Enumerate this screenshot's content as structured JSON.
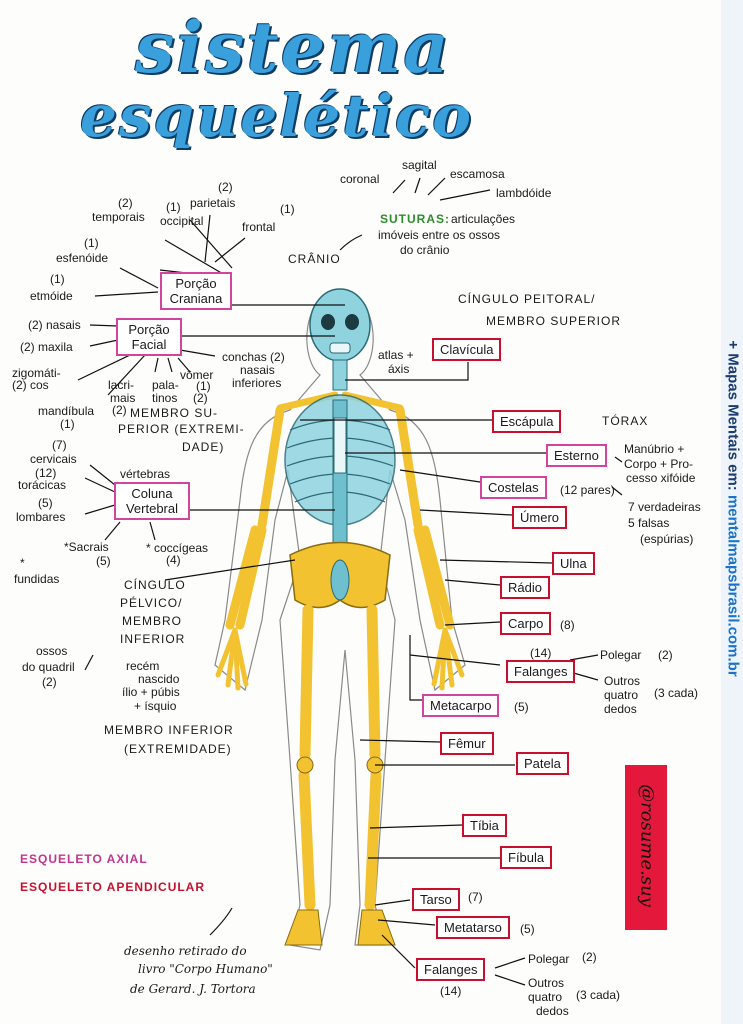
{
  "title": {
    "line1": "sistema",
    "line2": "esquelético"
  },
  "sidebar": {
    "prefix": "+ Mapas Mentais em: ",
    "url": "mentalmapsbrasil.com.br"
  },
  "sutures": {
    "coronal": "coronal",
    "sagital": "sagital",
    "escamosa": "escamosa",
    "lambdoide": "lambdóide",
    "heading": "SUTURAS:",
    "desc1": "articulações",
    "desc2": "imóveis entre os ossos",
    "desc3": "do crânio",
    "cranio": "CRÂNIO"
  },
  "cranial": {
    "box1": "Porção",
    "box2": "Craniana",
    "temporais_n": "(2)",
    "temporais": "temporais",
    "occipital_n": "(1)",
    "occipital": "occipital",
    "parietais_n": "(2)",
    "parietais": "parietais",
    "frontal_n": "(1)",
    "frontal": "frontal",
    "esfenoide_n": "(1)",
    "esfenoide": "esfenóide",
    "etmoide_n": "(1)",
    "etmoide": "etmóide"
  },
  "facial": {
    "box1": "Porção",
    "box2": "Facial",
    "nasais": "(2) nasais",
    "maxila": "(2) maxila",
    "zigo1": "zigomáti-",
    "zigo2": "(2) cos",
    "lacri1": "lacri-",
    "lacri2": "mais",
    "lacri_n": "(2)",
    "pala1": "pala-",
    "pala2": "tinos",
    "pala_n": "(2)",
    "vomer": "vômer",
    "vomer_n": "(1)",
    "conchas1": "conchas (2)",
    "conchas2": "nasais",
    "conchas3": "inferiores",
    "mandibula": "mandíbula",
    "mandibula_n": "(1)"
  },
  "upper_limb_title": {
    "l1": "MEMBRO SU-",
    "l2": "PERIOR (EXTREMI-",
    "l3": "DADE)"
  },
  "spine": {
    "header": "vértebras",
    "box1": "Coluna",
    "box2": "Vertebral",
    "cervicais_n": "(7)",
    "cervicais": "cervicais",
    "toracicas_n": "(12)",
    "toracicas": "torácicas",
    "lombares_n": "(5)",
    "lombares": "lombares",
    "sacrais": "*Sacrais",
    "sacrais_n": "(5)",
    "coccigeas": "* coccígeas",
    "coccigeas_n": "(4)",
    "fundidas_star": "*",
    "fundidas": "fundidas"
  },
  "pelvic": {
    "l1": "CÍNGULO",
    "l2": "PÉLVICO/",
    "l3": "MEMBRO",
    "l4": "INFERIOR",
    "quadril1": "ossos",
    "quadril2": "do quadril",
    "quadril_n": "(2)",
    "recem1": "recém",
    "recem2": "nascido",
    "recem3": "ílio + púbis",
    "recem4": "+ ísquio",
    "lower1": "MEMBRO INFERIOR",
    "lower2": "(EXTREMIDADE)"
  },
  "right_side": {
    "cingulo1": "CÍNGULO PEITORAL/",
    "cingulo2": "MEMBRO SUPERIOR",
    "atlas1": "atlas +",
    "atlas2": "áxis",
    "clavicula": "Clavícula",
    "escapula": "Escápula",
    "torax": "TÓRAX",
    "esterno": "Esterno",
    "esterno_d1": "Manúbrio +",
    "esterno_d2": "Corpo + Pro-",
    "esterno_d3": "cesso xifóide",
    "costelas": "Costelas",
    "costelas_n": "(12 pares)",
    "cost_d1": "7 verdadeiras",
    "cost_d2": "5 falsas",
    "cost_d3": "(espúrias)",
    "umero": "Úmero",
    "ulna": "Ulna",
    "radio": "Rádio",
    "carpo": "Carpo",
    "carpo_n": "(8)",
    "falanges_n": "(14)",
    "falanges": "Falanges",
    "polegar": "Polegar",
    "polegar_n": "(2)",
    "outros1": "Outros",
    "outros2": "quatro",
    "outros3": "dedos",
    "outros_n": "(3 cada)",
    "metacarpo": "Metacarpo",
    "metacarpo_n": "(5)",
    "femur": "Fêmur",
    "patela": "Patela",
    "tibia": "Tíbia",
    "fibula": "Fíbula",
    "tarso": "Tarso",
    "tarso_n": "(7)",
    "metatarso": "Metatarso",
    "metatarso_n": "(5)",
    "falanges2": "Falanges",
    "falanges2_n": "(14)",
    "polegar2": "Polegar",
    "polegar2_n": "(2)",
    "outros2_1": "Outros",
    "outros2_2": "quatro",
    "outros2_3": "dedos",
    "outros2_n": "(3 cada)"
  },
  "legend": {
    "axial": "ESQUELETO AXIAL",
    "apendicular": "ESQUELETO APENDICULAR"
  },
  "credit": {
    "l1": "desenho retirado do",
    "l2": "livro \"Corpo Humano\"",
    "l3": "de  Gerard. J. Tortora"
  },
  "handle": "@rosume.suy",
  "colors": {
    "title": "#3aa0dc",
    "axial_box": "#d1459e",
    "apendicular_box": "#c8102e",
    "bone": "#f2c230",
    "axial_bone": "#8fd3df",
    "sidebar_url": "#1a73c9"
  }
}
